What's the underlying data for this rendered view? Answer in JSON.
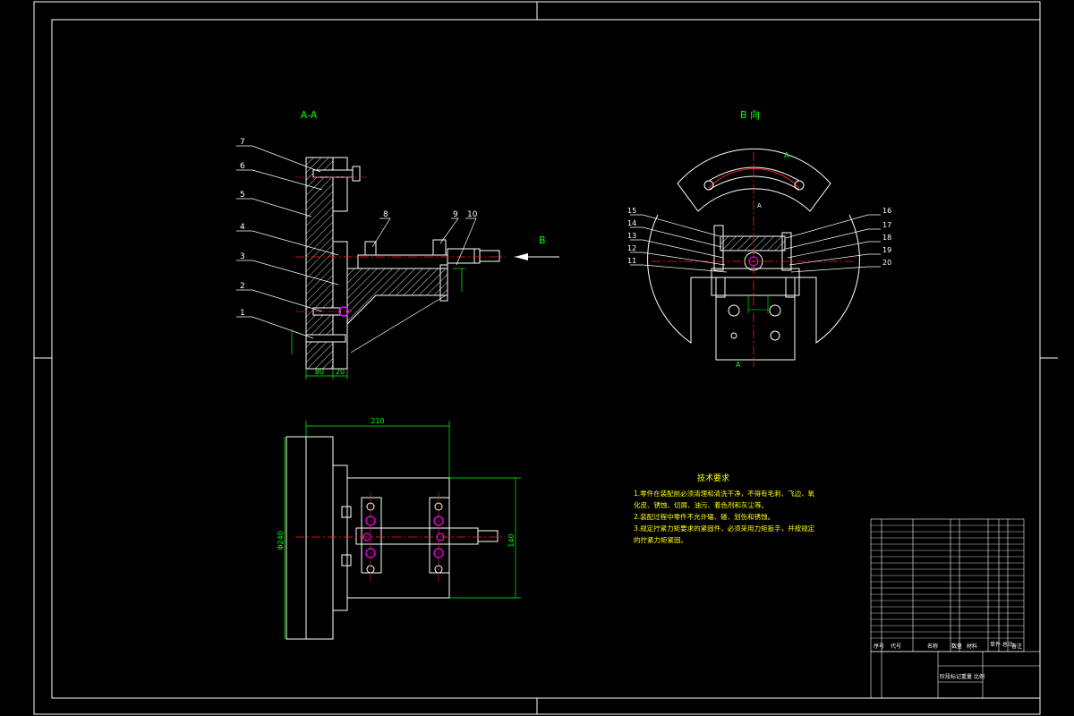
{
  "colors": {
    "background": "#000000",
    "line": "#ffffff",
    "dimension": "#00ff00",
    "section_title": "#00ff00",
    "centerline": "#ff2020",
    "hole": "#ff00ff",
    "notes": "#ffff00"
  },
  "views": {
    "section_title": "A-A",
    "view_b_title": "B 向",
    "arrow_label": "B",
    "section_marker": "A"
  },
  "part_numbers_left": [
    "7",
    "6",
    "5",
    "4",
    "3",
    "2",
    "1"
  ],
  "part_numbers_top": [
    "8",
    "9",
    "10"
  ],
  "part_numbers_right_left": [
    "15",
    "14",
    "13",
    "12",
    "11"
  ],
  "part_numbers_right_right": [
    "16",
    "17",
    "18",
    "19",
    "20"
  ],
  "dimensions": {
    "section_bottom_left": "80",
    "section_bottom_right": "20",
    "plan_width": "210",
    "plan_height_left": "Φ240",
    "plan_height_right": "140"
  },
  "technical_requirements": {
    "title": "技术要求",
    "lines": [
      "1.零件在装配前必须清理和清洗干净，不得有毛刺、飞边、氧",
      "化皮、锈蚀、切屑、油污、着色剂和灰尘等。",
      "2.装配过程中零件不允许磕、碰、划伤和锈蚀。",
      "3.规定拧紧力矩要求的紧固件，必须采用力矩扳手，并按规定",
      "的拧紧力矩紧固。"
    ]
  },
  "title_block": {
    "header_cols": [
      "序号",
      "代号",
      "名称",
      "数量",
      "材料",
      "单件 总计",
      "备注"
    ],
    "footer_labels": [
      "阶段标记",
      "重量",
      "比例"
    ]
  }
}
